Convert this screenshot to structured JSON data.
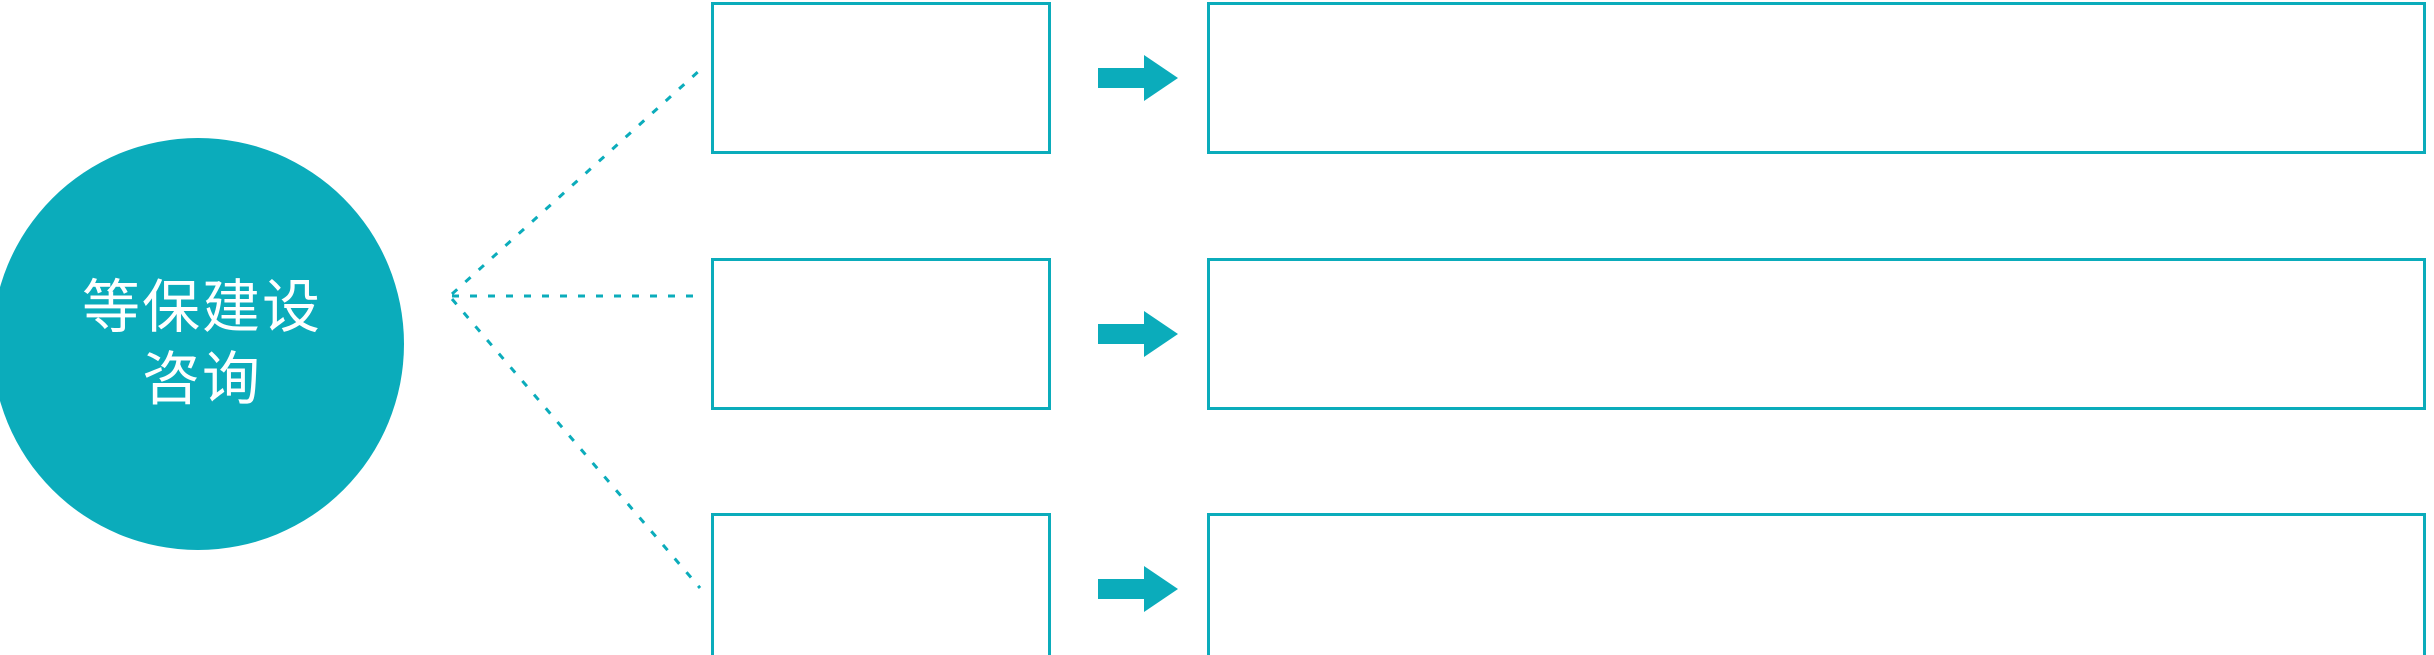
{
  "theme": {
    "accent": "#0BACBB",
    "background": "#ffffff",
    "hub_text_color": "#ffffff",
    "box_border_color": "#0BACBB",
    "connector_color": "#0BACBB"
  },
  "hub": {
    "name": "等保建设咨询",
    "lines": [
      "等保建设",
      "咨询"
    ]
  },
  "connectors": {
    "style": "dotted",
    "origin_label": "fan-origin",
    "count": 3
  },
  "rows": [
    {
      "id": "row-1",
      "stage_label": "",
      "detail_label": "",
      "arrow_icon": "arrow-right-icon"
    },
    {
      "id": "row-2",
      "stage_label": "",
      "detail_label": "",
      "arrow_icon": "arrow-right-icon"
    },
    {
      "id": "row-3",
      "stage_label": "",
      "detail_label": "",
      "arrow_icon": "arrow-right-icon"
    }
  ]
}
